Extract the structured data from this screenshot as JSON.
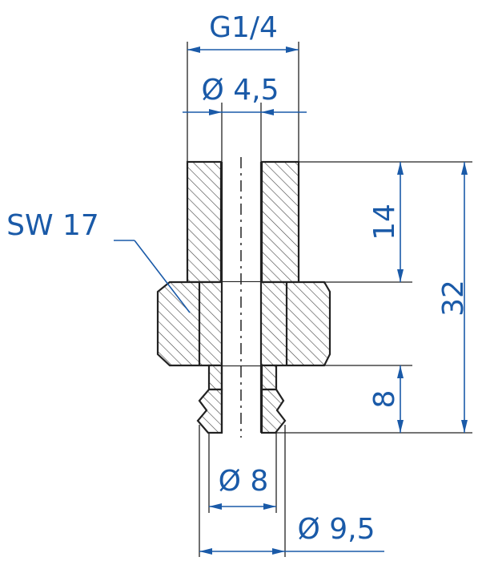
{
  "labels": {
    "thread_top": "G1/4",
    "bore_diameter": "Ø 4,5",
    "wrench_size": "SW 17",
    "length_top": "14",
    "length_total": "32",
    "length_bottom": "8",
    "diameter_spigot": "Ø 8",
    "diameter_bottom": "Ø 9,5"
  },
  "colors": {
    "dimension": "#1a5aa8",
    "outline": "#222222",
    "background": "#ffffff"
  }
}
